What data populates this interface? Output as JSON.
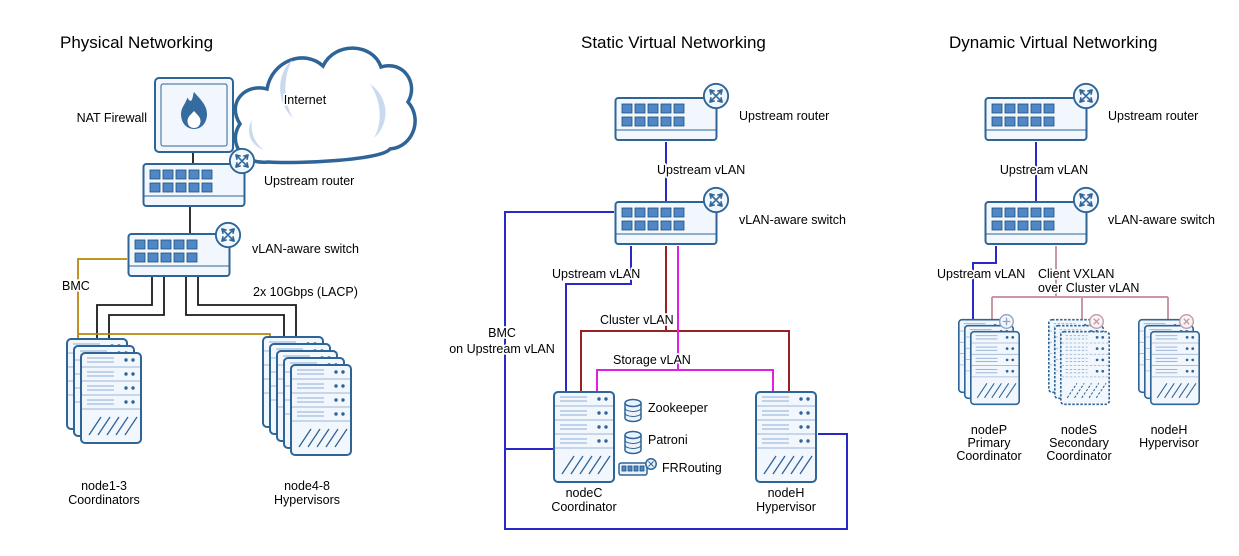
{
  "diagram": {
    "physical": {
      "title": "Physical Networking",
      "internet": "Internet",
      "nat_firewall": "NAT Firewall",
      "upstream_router": "Upstream router",
      "vlan_switch": "vLAN-aware switch",
      "bmc": "BMC",
      "lacp": "2x 10Gbps (LACP)",
      "stack1_line1": "node1-3",
      "stack1_line2": "Coordinators",
      "stack2_line1": "node4-8",
      "stack2_line2": "Hypervisors"
    },
    "static_v": {
      "title": "Static Virtual Networking",
      "upstream_router": "Upstream router",
      "upstream_vlan_top": "Upstream vLAN",
      "vlan_switch": "vLAN-aware switch",
      "upstream_vlan": "Upstream vLAN",
      "cluster_vlan": "Cluster vLAN",
      "storage_vlan": "Storage vLAN",
      "bmc_line1": "BMC",
      "bmc_line2": "on Upstream vLAN",
      "zookeeper": "Zookeeper",
      "patroni": "Patroni",
      "frrouting": "FRRouting",
      "nodec_line1": "nodeC",
      "nodec_line2": "Coordinator",
      "nodeh_line1": "nodeH",
      "nodeh_line2": "Hypervisor"
    },
    "dynamic_v": {
      "title": "Dynamic Virtual Networking",
      "upstream_router": "Upstream router",
      "upstream_vlan_top": "Upstream vLAN",
      "vlan_switch": "vLAN-aware switch",
      "upstream_vlan": "Upstream vLAN",
      "vxlan_line1": "Client VXLAN",
      "vxlan_line2": "over Cluster vLAN",
      "nodep_line1": "nodeP",
      "nodep_line2": "Primary",
      "nodep_line3": "Coordinator",
      "nodes_line1": "nodeS",
      "nodes_line2": "Secondary",
      "nodes_line3": "Coordinator",
      "nodeh_line1": "nodeH",
      "nodeh_line2": "Hypervisor"
    },
    "colors": {
      "device_outline": "#2e6496",
      "port_fill": "#4f87c7",
      "cable_black": "#1a1a1a",
      "bmc_yellow": "#b8860b",
      "upstream_vlan_blue": "#2929c8",
      "cluster_vlan_red": "#992121",
      "storage_vlan_magenta": "#e020e0",
      "client_vxlan_pink": "#c998a2"
    }
  }
}
